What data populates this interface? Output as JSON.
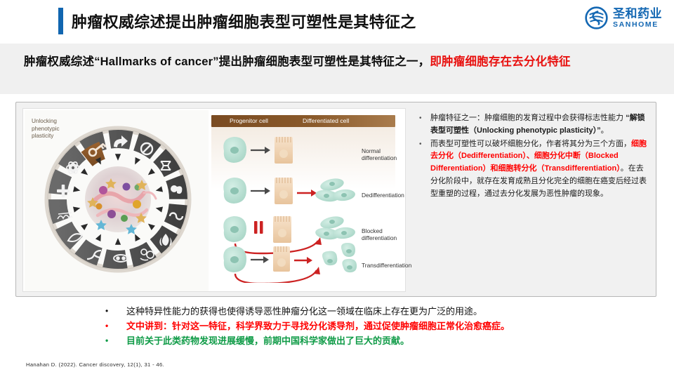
{
  "header": {
    "title": "肿瘤权威综述提出肿瘤细胞表型可塑性是其特征之",
    "logo_cn": "圣和药业",
    "logo_en": "SANHOME"
  },
  "subtitle": {
    "part1": "肿瘤权威综述“Hallmarks of cancer”提出肿瘤细胞表型可塑性是其特征之一，",
    "part2_red": "即肿瘤细胞存在去分化特征"
  },
  "figure": {
    "wheel_label": "Unlocking\nphenotypic\nplasticity",
    "wheel_caption_line1": "Unlocking",
    "wheel_caption_line2": "phenotypic",
    "wheel_caption_line3": "plasticity",
    "diagram_headers": {
      "progenitor": "Progenitor cell",
      "differentiated": "Differentiated cell"
    },
    "rows": [
      {
        "label": "Normal differentiation"
      },
      {
        "label": "Dedifferentiation"
      },
      {
        "label_line1": "Blocked",
        "label_line2": "differentiation"
      },
      {
        "label": "Transdifferentiation"
      }
    ]
  },
  "right_text": {
    "bullet": "•",
    "items": [
      {
        "segments": [
          {
            "text": "肿瘤特征之一：肿瘤细胞的发育过程中会获得标志性能力 ",
            "style": "normal"
          },
          {
            "text": "“解锁表型可塑性（Unlocking phenotypic plasticity）”",
            "style": "bold"
          },
          {
            "text": "。",
            "style": "normal"
          }
        ]
      },
      {
        "segments": [
          {
            "text": "而表型可塑性可以破坏细胞分化，作者将其分为三个方面，",
            "style": "normal"
          },
          {
            "text": "细胞去分化（Dedifferentiation）、细胞分化中断（Blocked Differentiation）和细胞转分化（Transdifferentiation）",
            "style": "red"
          },
          {
            "text": "。在去分化阶段中，就存在发育成熟且分化完全的细胞在癌变后经过表型重塑的过程，通过去分化发展为恶性肿瘤的现象。",
            "style": "normal"
          }
        ]
      }
    ]
  },
  "bottom_list": {
    "bullet": "•",
    "items": [
      {
        "text": "这种特异性能力的获得也使得诱导恶性肿瘤分化这一领域在临床上存在更为广泛的用途。",
        "color_class": "c-dark"
      },
      {
        "text": "文中讲到：针对这一特征，科学界致力于寻找分化诱导剂，通过促使肿瘤细胞正常化治愈癌症。",
        "color_class": "c-red"
      },
      {
        "text": "目前关于此类药物发现进展缓慢，前期中国科学家做出了巨大的贡献。",
        "color_class": "c-green"
      }
    ]
  },
  "footer": {
    "citation": "Hanahan D. (2022). Cancer discovery, 12(1), 31 - 46."
  },
  "colors": {
    "accent_blue": "#1166b0",
    "logo_blue": "#1468b3",
    "band_gray": "#f0f0f0",
    "panel_gray": "#f1f1f1",
    "red": "#ff0000",
    "green": "#0f9b47",
    "brown": "#8a5a2b"
  }
}
